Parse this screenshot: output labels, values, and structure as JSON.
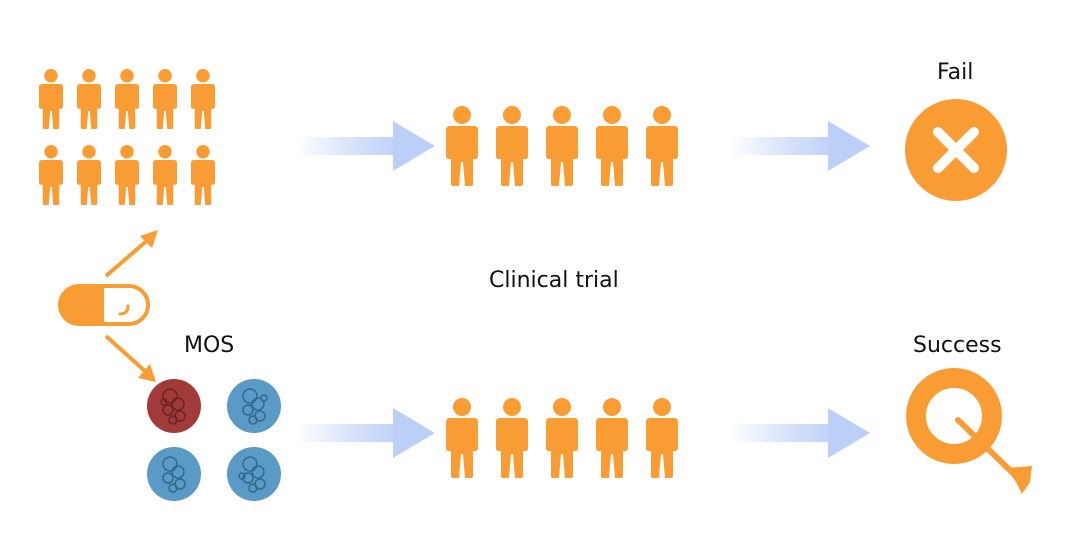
{
  "labels": {
    "fail": "Fail",
    "success": "Success",
    "clinical_trial": "Clinical trial",
    "mos": "MOS"
  },
  "icons": {
    "person": "person-icon",
    "fail": "x-circle-icon",
    "success": "target-arrow-icon",
    "pill": "pill-icon",
    "organoid": "organoid-icon",
    "arrow": "arrow-right-icon"
  },
  "colors": {
    "orange": "#F99C33",
    "flow_arrow": "#C9D8F8",
    "organoid_red": "#A23A3A",
    "organoid_blue": "#5A9AC7"
  }
}
